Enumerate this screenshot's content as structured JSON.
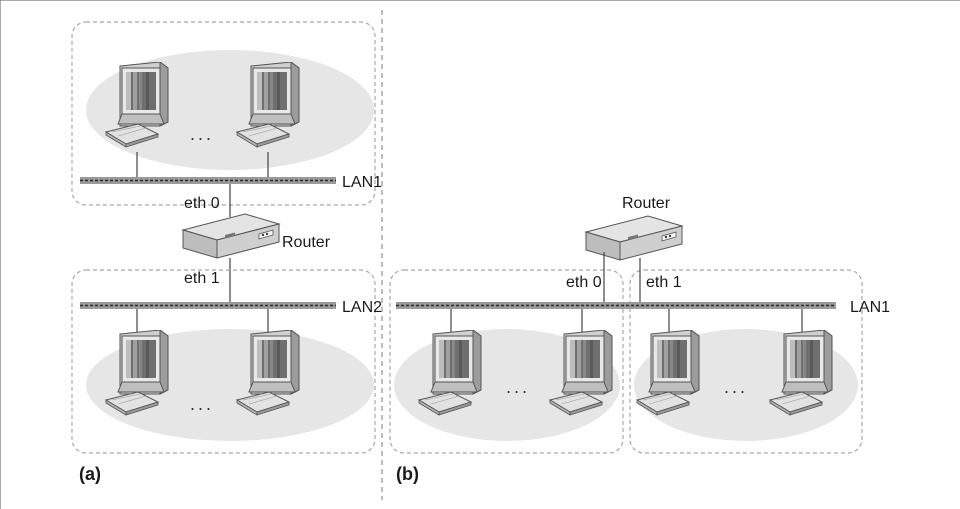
{
  "panel_a": {
    "caption": "(a)",
    "lan_top": {
      "label": "LAN1"
    },
    "lan_bottom": {
      "label": "LAN2"
    },
    "router": {
      "label": "Router",
      "iface_top": "eth 0",
      "iface_bottom": "eth 1"
    },
    "ellipsis_top": "...",
    "ellipsis_bottom": "..."
  },
  "panel_b": {
    "caption": "(b)",
    "lan": {
      "label": "LAN1"
    },
    "router": {
      "label": "Router",
      "iface_left": "eth 0",
      "iface_right": "eth 1"
    },
    "ellipsis_left": "...",
    "ellipsis_right": "..."
  },
  "colors": {
    "cable": "#9a9a9a",
    "cloud": "#e6e6e6",
    "dashed_border": "#a8a8a8"
  }
}
